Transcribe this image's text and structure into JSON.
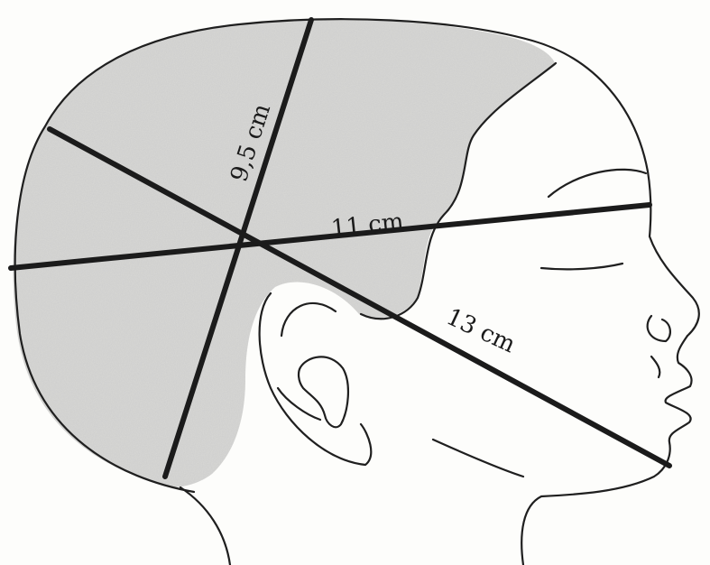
{
  "diagram": {
    "measurements": [
      {
        "id": "vertical",
        "label": "9,5 cm"
      },
      {
        "id": "horizontal",
        "label": "11 cm"
      },
      {
        "id": "diagonal",
        "label": "13 cm"
      }
    ],
    "colors": {
      "hair_fill": "#d9d9d7",
      "line": "#1b1b1b",
      "background": "#fdfdfb"
    }
  }
}
